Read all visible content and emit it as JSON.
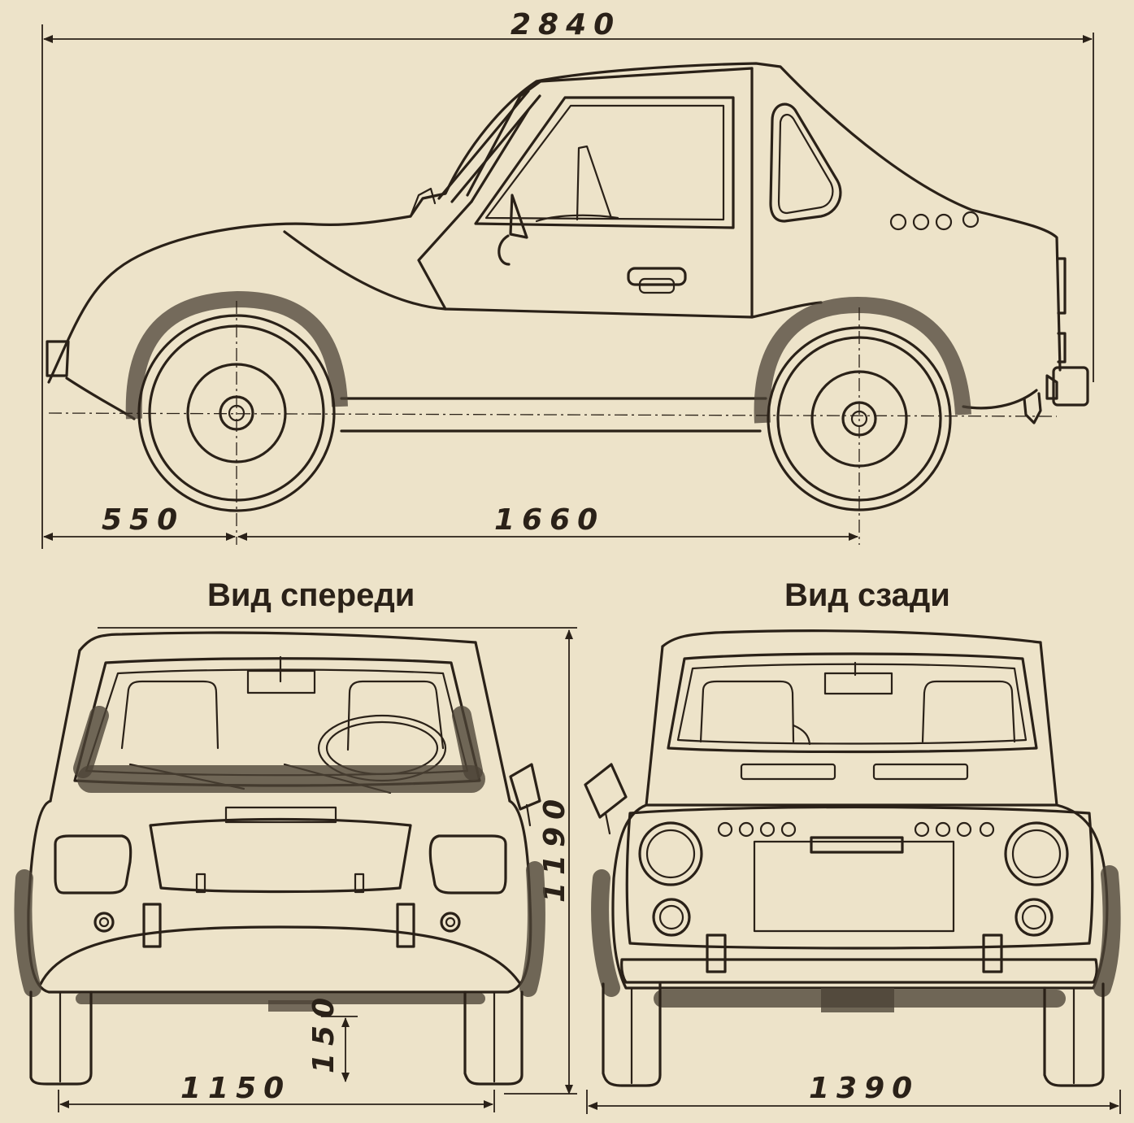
{
  "titles": {
    "front_view": "Вид спереди",
    "rear_view": "Вид сзади"
  },
  "dimensions": {
    "overall_length": "2840",
    "front_overhang": "550",
    "wheelbase": "1660",
    "height": "1190",
    "ground_clearance": "150",
    "front_track": "1150",
    "rear_track": "1390"
  }
}
